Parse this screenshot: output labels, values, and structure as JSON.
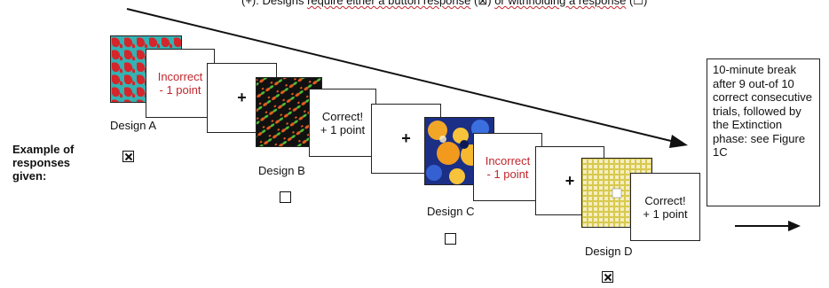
{
  "header": {
    "pre": "(+): Designs",
    "wavy": "require either a button response",
    "check": "(⊠)",
    "mid": "or withholding a response",
    "box": "(☐)"
  },
  "responses_label": "Example of\nresponses\ngiven:",
  "break_text": "10-minute break after 9 out-of 10 correct consecutive trials, followed by the Extinction phase: see Figure 1C",
  "fixation": "+",
  "designs": [
    {
      "label": "Design A",
      "response": "checked",
      "feedback": "Incorrect\n- 1 point",
      "feedback_color": "#c0272d"
    },
    {
      "label": "Design B",
      "response": "empty",
      "feedback": "Correct!\n+ 1 point",
      "feedback_color": "#111111"
    },
    {
      "label": "Design C",
      "response": "empty",
      "feedback": "Incorrect\n- 1 point",
      "feedback_color": "#c0272d"
    },
    {
      "label": "Design D",
      "response": "checked",
      "feedback": "Correct!\n+ 1 point",
      "feedback_color": "#111111"
    }
  ],
  "colors": {
    "incorrect": "#c0272d",
    "correct": "#111111"
  }
}
